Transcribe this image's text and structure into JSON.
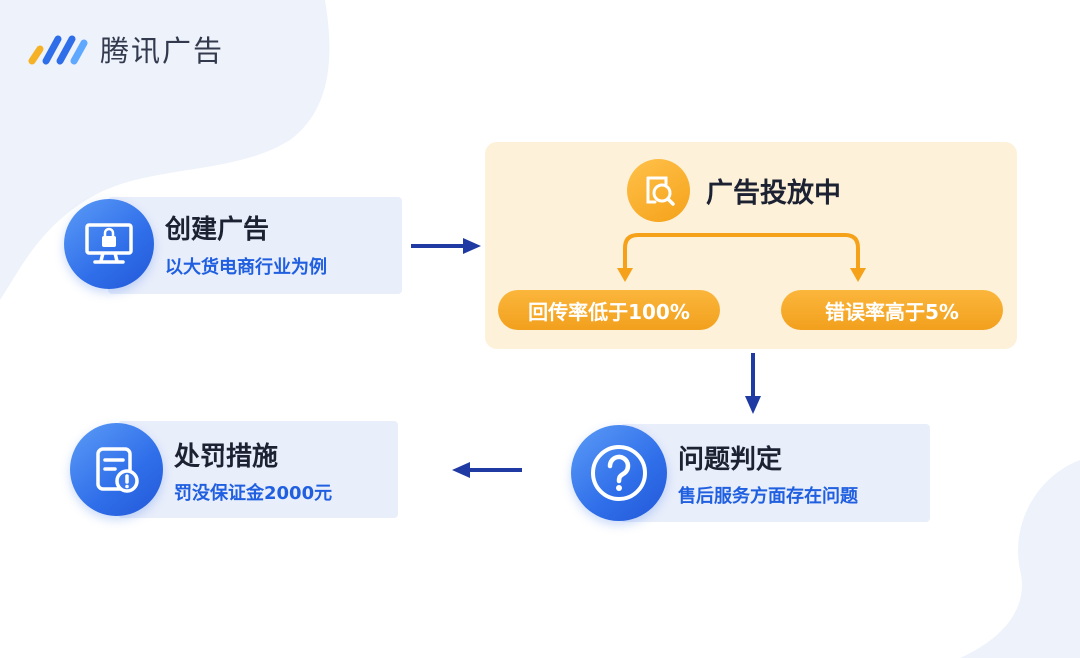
{
  "brand": {
    "name": "腾讯广告"
  },
  "nodes": {
    "create": {
      "title": "创建广告",
      "subtitle": "以大货电商行业为例",
      "icon": "monitor-lock-icon"
    },
    "delivering": {
      "title": "广告投放中",
      "icon": "search-magnifier-icon"
    },
    "condition_left": {
      "label": "回传率低于100%"
    },
    "condition_right": {
      "label": "错误率高于5%"
    },
    "judge": {
      "title": "问题判定",
      "subtitle": "售后服务方面存在问题",
      "icon": "question-mark-icon"
    },
    "penalty": {
      "title": "处罚措施",
      "subtitle": "罚没保证金2000元",
      "icon": "document-warning-icon"
    }
  },
  "colors": {
    "primary_blue": "#2f6ee9",
    "subtitle_blue": "#1f5fe0",
    "arrow_navy": "#1f3aa3",
    "orange": "#f5a21a",
    "orange_bg": "#fdf1d9",
    "card_bg": "#e9eefb"
  }
}
